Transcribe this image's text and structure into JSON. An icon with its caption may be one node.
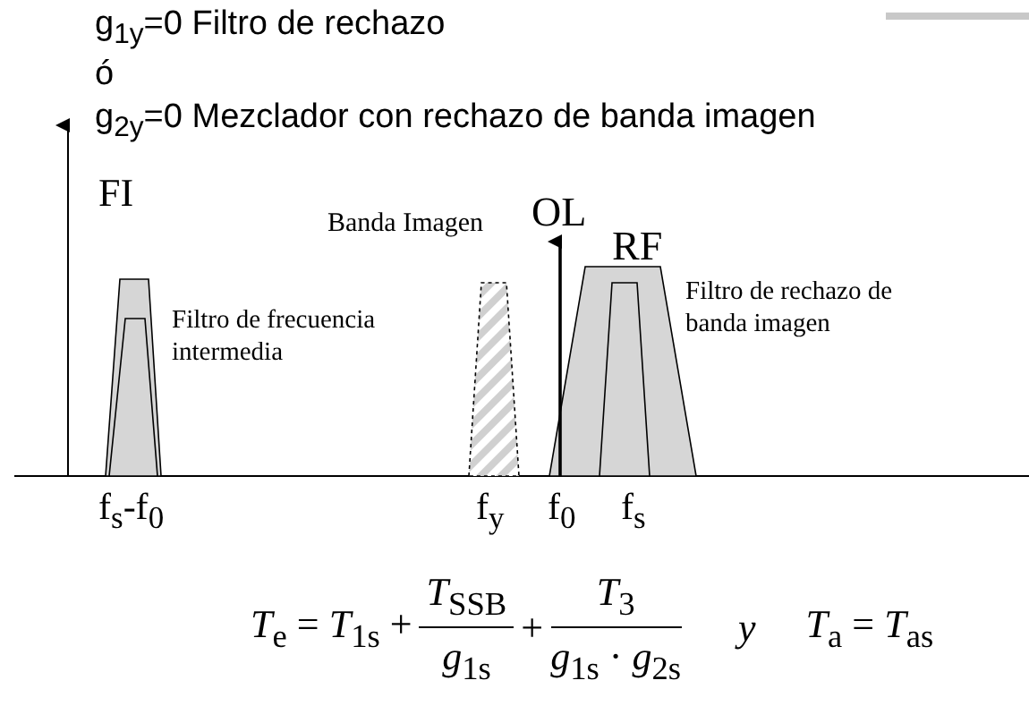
{
  "diagram": {
    "labels": [
      "g$_{1y}$=0  Filtro de rechazo",
      "ó",
      "g$_{2y}$=0  Mezclador con rechazo de banda imagen",
      "FI",
      "Banda Imagen",
      "OL",
      "RF",
      "Filtro de frecuencia intermedia",
      "Filtro de rechazo de banda imagen",
      "f$_{s}$-f$_{0}$",
      "f$_{y}$",
      "f$_{0}$",
      "f$_{s}$",
      "*T*$_{e}$ = *T*$_{1s}$ +",
      "*T*$_{SSB}$",
      "*g*$_{1s}$",
      "+",
      "*T*$_{3}$",
      "*g*$_{1s}$ · *g*$_{2s}$",
      "*y*",
      "*T*$_{a}$ = *T*$_{as}$"
    ]
  }
}
